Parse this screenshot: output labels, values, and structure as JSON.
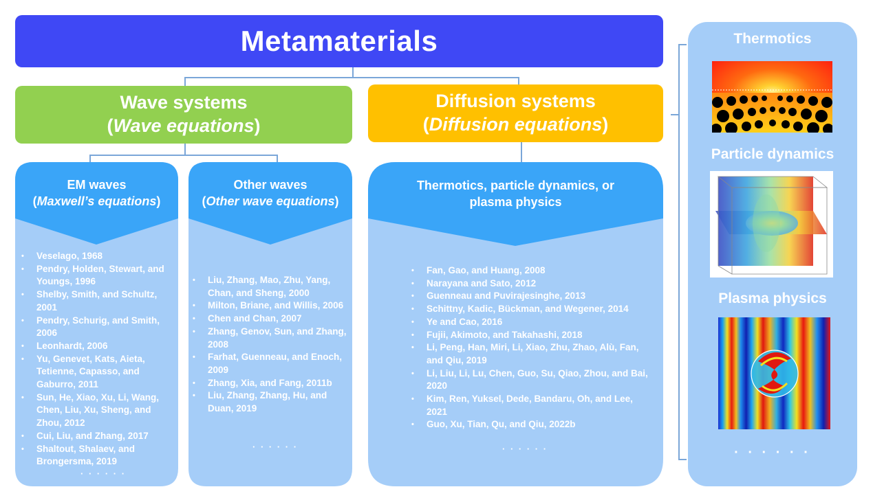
{
  "title": "Metamaterials",
  "wave": {
    "title": "Wave systems",
    "sub_open": "(",
    "sub_italic": "Wave equations",
    "sub_close": ")"
  },
  "diffusion": {
    "title": "Diffusion systems",
    "sub_open": "(",
    "sub_italic": "Diffusion equations",
    "sub_close": ")"
  },
  "em": {
    "title": "EM waves",
    "sub_open": "(",
    "sub_italic": "Maxwell’s equations",
    "sub_close": ")",
    "refs": [
      "Veselago, 1968",
      "Pendry, Holden, Stewart, and Youngs, 1996",
      "Shelby, Smith, and Schultz, 2001",
      "Pendry, Schurig, and Smith, 2006",
      "Leonhardt, 2006",
      "Yu, Genevet, Kats, Aieta, Tetienne, Capasso, and Gaburro, 2011",
      "Sun, He, Xiao, Xu, Li, Wang, Chen, Liu, Xu, Sheng, and Zhou, 2012",
      "Cui, Liu, and Zhang, 2017",
      "Shaltout, Shalaev, and Brongersma, 2019"
    ],
    "more": "· · · · · ·"
  },
  "other": {
    "title": "Other waves",
    "sub_open": "(",
    "sub_italic": "Other wave equations",
    "sub_close": ")",
    "refs": [
      "Liu, Zhang, Mao, Zhu, Yang, Chan, and Sheng, 2000",
      "Milton, Briane, and Willis, 2006",
      "Chen and Chan, 2007",
      "Zhang, Genov, Sun, and Zhang, 2008",
      "Farhat, Guenneau, and Enoch, 2009",
      "Zhang, Xia, and Fang, 2011b",
      "Liu, Zhang, Zhang, Hu, and Duan, 2019"
    ],
    "more": "· · · · · ·"
  },
  "thermo": {
    "title": "Thermotics, particle dynamics, or plasma physics",
    "refs": [
      "Fan, Gao, and Huang, 2008",
      "Narayana and Sato, 2012",
      "Guenneau and Puvirajesinghe, 2013",
      "Schittny, Kadic, Bückman, and Wegener, 2014",
      "Ye and Cao, 2016",
      "Fujii, Akimoto, and Takahashi, 2018",
      "Li, Peng, Han, Miri, Li, Xiao, Zhu, Zhao, Alù, Fan, and Qiu, 2019",
      "Li, Liu, Li, Lu, Chen, Guo, Su, Qiao, Zhou, and Bai, 2020",
      "Kim, Ren, Yuksel, Dede, Bandaru, Oh, and Lee, 2021",
      "Guo, Xu, Tian, Qu, and Qiu, 2022b"
    ],
    "more": "· · · · · ·"
  },
  "side": {
    "thermotics": "Thermotics",
    "particle": "Particle dynamics",
    "plasma": "Plasma physics",
    "more": "· · · · · ·"
  },
  "colors": {
    "title_bar": "#3f48f5",
    "wave": "#92d050",
    "diffusion": "#ffc000",
    "card_head": "#3aa5f8",
    "card_body": "#a5cdf8"
  }
}
